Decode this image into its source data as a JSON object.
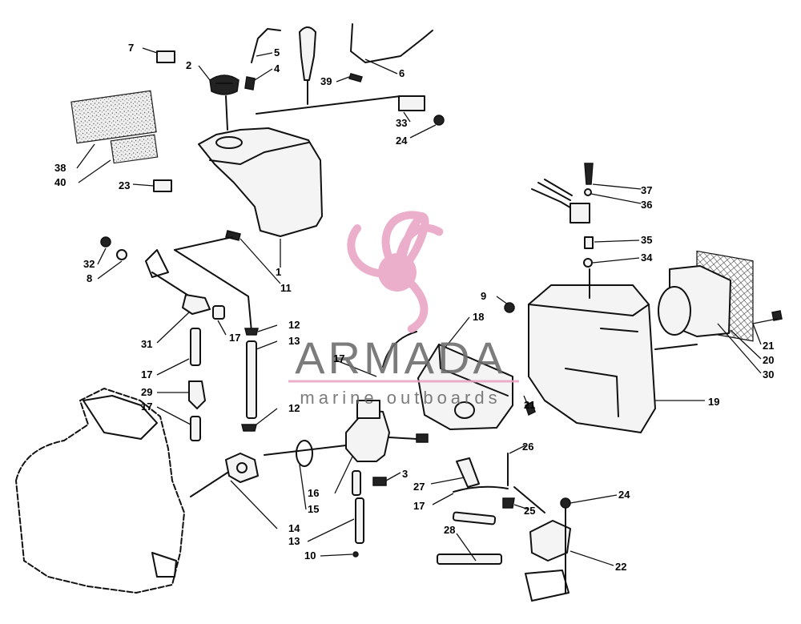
{
  "watermark": {
    "brand": "ARMADA",
    "tagline": "marine outboards",
    "logo_icon": "propeller-icon",
    "accent_color": "#e9a3c4",
    "text_color": "#6b6b6b"
  },
  "callouts": [
    "1",
    "2",
    "3",
    "4",
    "5",
    "6",
    "7",
    "8",
    "9",
    "10",
    "11",
    "12",
    "12",
    "13",
    "13",
    "14",
    "15",
    "16",
    "17",
    "17",
    "17",
    "17",
    "17",
    "18",
    "19",
    "20",
    "21",
    "21",
    "22",
    "23",
    "24",
    "24",
    "25",
    "26",
    "27",
    "28",
    "29",
    "30",
    "31",
    "32",
    "33",
    "34",
    "35",
    "36",
    "37",
    "38",
    "39",
    "40"
  ]
}
